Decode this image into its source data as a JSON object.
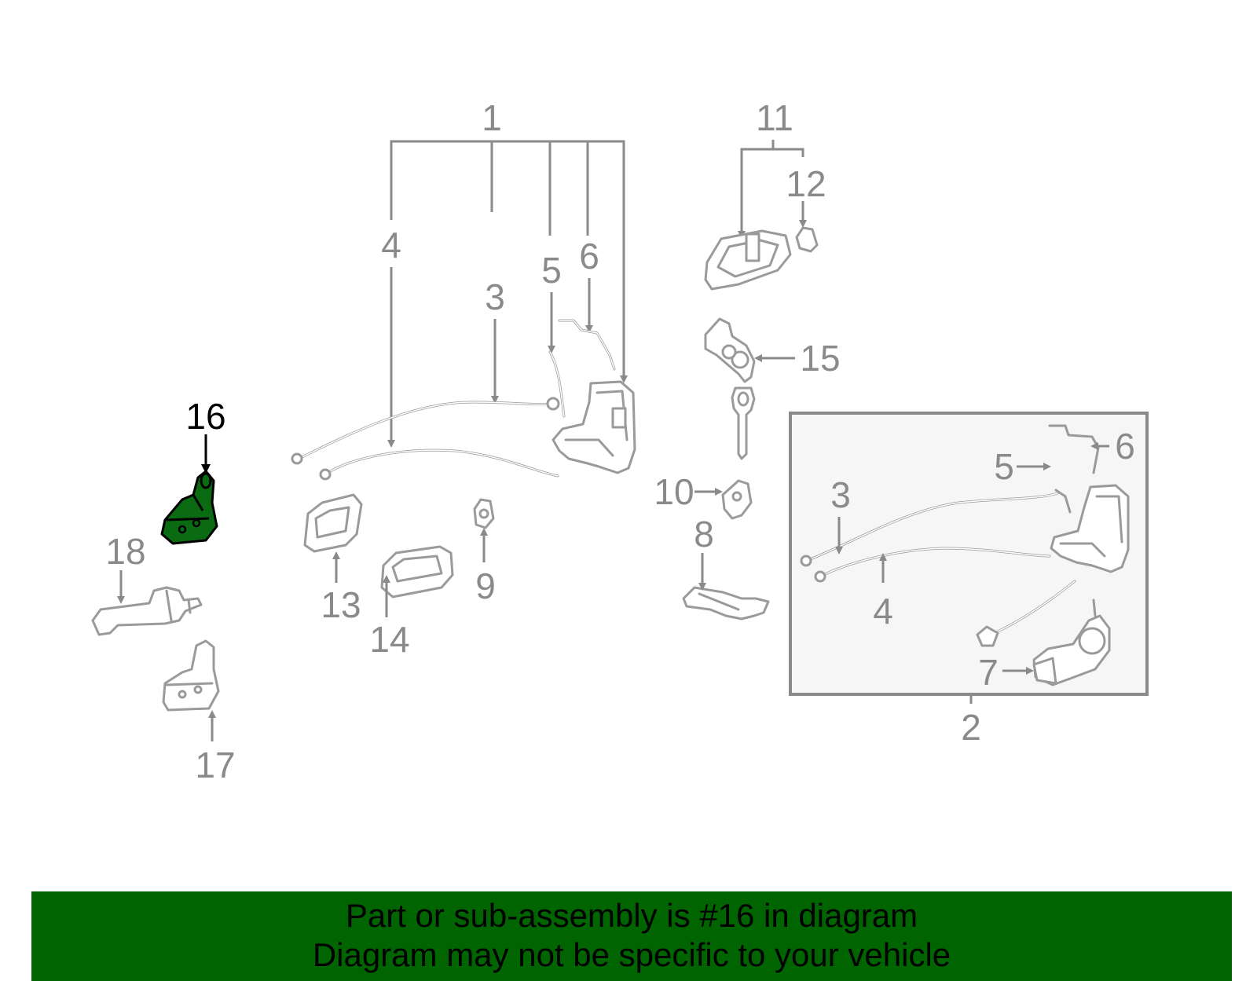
{
  "diagram": {
    "highlight_color": "#006400",
    "callouts": {
      "c1": "1",
      "c2": "2",
      "c3a": "3",
      "c3b": "3",
      "c4a": "4",
      "c4b": "4",
      "c5a": "5",
      "c5b": "5",
      "c6a": "6",
      "c6b": "6",
      "c7": "7",
      "c8": "8",
      "c9": "9",
      "c10": "10",
      "c11": "11",
      "c12": "12",
      "c13": "13",
      "c14": "14",
      "c15": "15",
      "c16": "16",
      "c17": "17",
      "c18": "18"
    },
    "selected_callout": "16"
  },
  "banner": {
    "line1": "Part or sub-assembly is #16 in diagram",
    "line2": "Diagram may not be specific to your vehicle",
    "background": "#006400"
  }
}
